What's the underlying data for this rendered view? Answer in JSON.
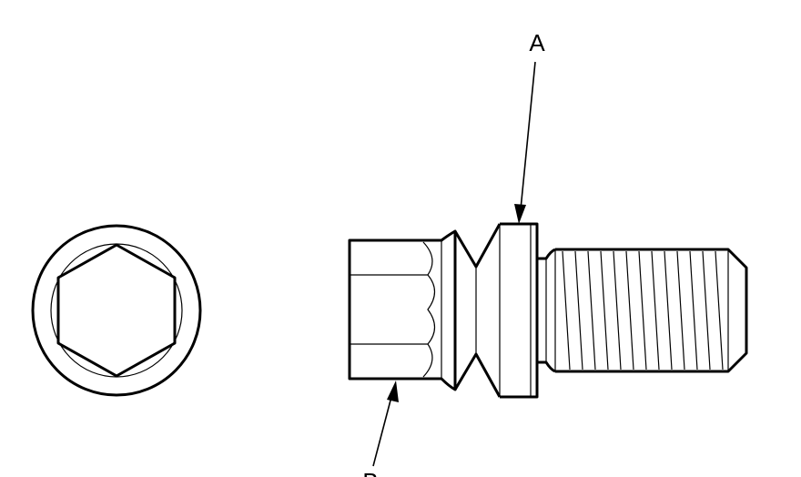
{
  "diagram": {
    "callouts": {
      "a": {
        "label": "A"
      },
      "b": {
        "label": "B"
      }
    },
    "colors": {
      "line": "#000000",
      "background": "#ffffff"
    },
    "views": [
      "end-view-hex-socket",
      "side-view-bolt"
    ]
  }
}
